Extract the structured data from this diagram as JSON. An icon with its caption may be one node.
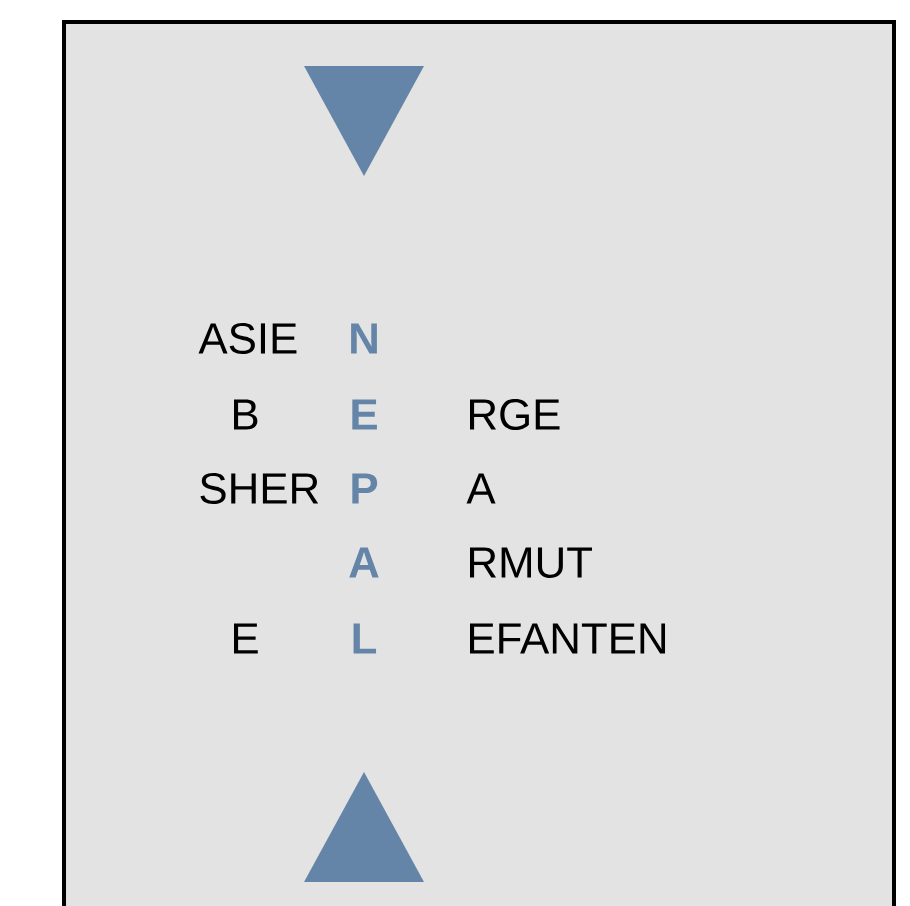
{
  "diagram": {
    "labels": [
      "ASIE",
      "N",
      "B",
      "E",
      "RGE",
      "SHER",
      "P",
      "A",
      "A",
      "RMUT",
      "E",
      "L",
      "EFANTEN"
    ]
  }
}
